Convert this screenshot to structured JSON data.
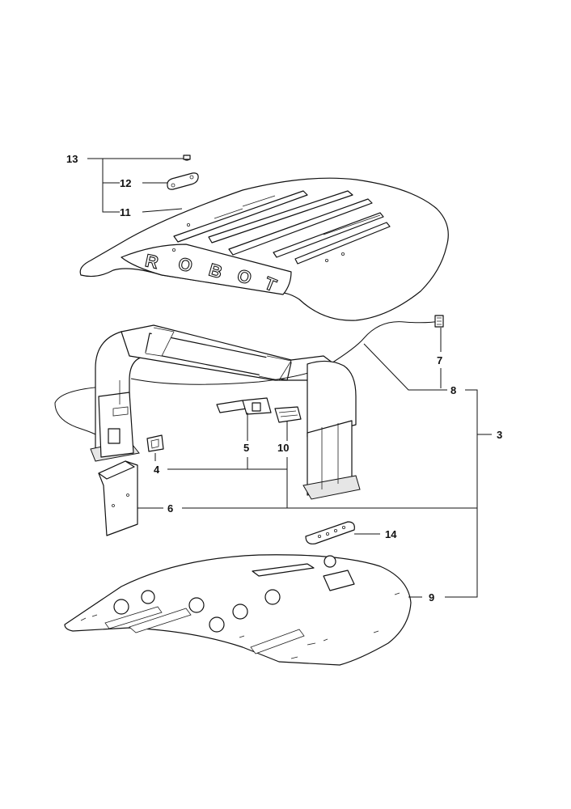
{
  "cover_logo": {
    "letters": [
      "R",
      "O",
      "B",
      "O",
      "T"
    ]
  },
  "callouts": [
    "13",
    "12",
    "11",
    "7",
    "8",
    "3",
    "5",
    "10",
    "4",
    "6",
    "14",
    "9"
  ],
  "palette": {
    "ink": "#111111",
    "paper": "#ffffff",
    "shade": "#e6e6e6"
  }
}
